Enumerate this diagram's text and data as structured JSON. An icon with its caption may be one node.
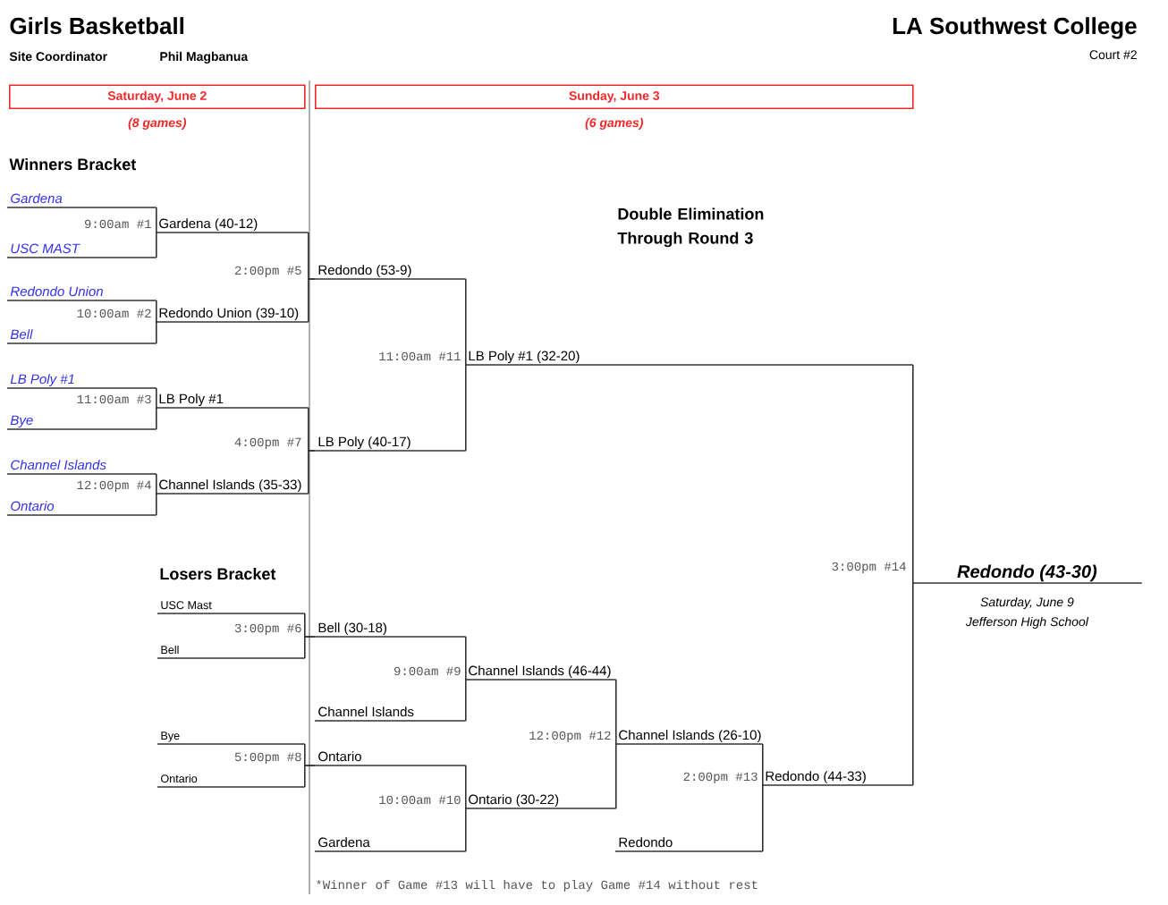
{
  "diagram": {
    "title": "Girls Basketball",
    "nodes": [
      {
        "text": [
          "Saturday, June 2"
        ],
        "beside": [
          "(8 games)"
        ]
      },
      {
        "text": [
          "Sunday, June 3"
        ],
        "beside": [
          "(6 games)"
        ]
      },
      {
        "text": [
          "Gardena"
        ]
      },
      {
        "text": [
          "USC MAST"
        ]
      },
      {
        "text": [
          "Redondo Union"
        ]
      },
      {
        "text": [
          "Bell"
        ]
      },
      {
        "text": [
          "LB Poly #1"
        ]
      },
      {
        "text": [
          "Bye"
        ]
      },
      {
        "text": [
          "Channel Islands"
        ]
      },
      {
        "text": [
          "Ontario"
        ]
      },
      {
        "text": [
          "Gardena (40-12)"
        ],
        "beside": [
          "9:00am #1"
        ]
      },
      {
        "text": [
          "Redondo Union (39-10)"
        ],
        "beside": [
          "10:00am #2"
        ]
      },
      {
        "text": [
          "LB Poly #1"
        ],
        "beside": [
          "11:00am #3"
        ]
      },
      {
        "text": [
          "Channel Islands (35-33)"
        ],
        "beside": [
          "12:00pm #4"
        ]
      },
      {
        "text": [
          "Redondo (53-9)"
        ],
        "beside": [
          "2:00pm #5"
        ]
      },
      {
        "text": [
          "LB Poly (40-17)"
        ],
        "beside": [
          "4:00pm #7"
        ]
      },
      {
        "text": [
          "LB Poly #1 (32-20)"
        ],
        "beside": [
          "11:00am #11"
        ]
      },
      {
        "text": [
          "USC Mast"
        ]
      },
      {
        "text": [
          "Bell"
        ]
      },
      {
        "text": [
          "Bye"
        ]
      },
      {
        "text": [
          "Ontario"
        ]
      },
      {
        "text": [
          "Bell (30-18)"
        ],
        "beside": [
          "3:00pm #6"
        ]
      },
      {
        "text": [
          "Channel Islands"
        ]
      },
      {
        "text": [
          "Ontario"
        ],
        "beside": [
          "5:00pm #8"
        ]
      },
      {
        "text": [
          "Gardena"
        ]
      },
      {
        "text": [
          "Channel Islands (46-44)"
        ],
        "beside": [
          "9:00am #9"
        ]
      },
      {
        "text": [
          "Ontario (30-22)"
        ],
        "beside": [
          "10:00am #10"
        ]
      },
      {
        "text": [
          "Channel Islands (26-10)"
        ],
        "beside": [
          "12:00pm #12"
        ]
      },
      {
        "text": [
          "Redondo"
        ]
      },
      {
        "text": [
          "Redondo (44-33)"
        ],
        "beside": [
          "2:00pm #13"
        ]
      },
      {
        "text": [
          "Redondo (43-30)"
        ],
        "beside": [
          "3:00pm #14",
          "Saturday, June 9",
          "Jefferson High School"
        ]
      }
    ],
    "edges": [
      {
        "from": 2,
        "to": 10,
        "arrow": "none"
      },
      {
        "from": 3,
        "to": 10,
        "arrow": "none"
      },
      {
        "from": 4,
        "to": 11,
        "arrow": "none"
      },
      {
        "from": 5,
        "to": 11,
        "arrow": "none"
      },
      {
        "from": 6,
        "to": 12,
        "arrow": "none"
      },
      {
        "from": 7,
        "to": 12,
        "arrow": "none"
      },
      {
        "from": 8,
        "to": 13,
        "arrow": "none"
      },
      {
        "from": 9,
        "to": 13,
        "arrow": "none"
      },
      {
        "from": 10,
        "to": 14,
        "arrow": "none"
      },
      {
        "from": 11,
        "to": 14,
        "arrow": "none"
      },
      {
        "from": 12,
        "to": 15,
        "arrow": "none"
      },
      {
        "from": 13,
        "to": 15,
        "arrow": "none"
      },
      {
        "from": 14,
        "to": 16,
        "arrow": "none"
      },
      {
        "from": 15,
        "to": 16,
        "arrow": "none"
      },
      {
        "from": 17,
        "to": 21,
        "arrow": "none"
      },
      {
        "from": 18,
        "to": 21,
        "arrow": "none"
      },
      {
        "from": 19,
        "to": 23,
        "arrow": "none"
      },
      {
        "from": 20,
        "to": 23,
        "arrow": "none"
      },
      {
        "from": 21,
        "to": 25,
        "arrow": "none"
      },
      {
        "from": 22,
        "to": 25,
        "arrow": "none"
      },
      {
        "from": 23,
        "to": 26,
        "arrow": "none"
      },
      {
        "from": 24,
        "to": 26,
        "arrow": "none"
      },
      {
        "from": 25,
        "to": 27,
        "arrow": "none"
      },
      {
        "from": 26,
        "to": 27,
        "arrow": "none"
      },
      {
        "from": 27,
        "to": 29,
        "arrow": "none"
      },
      {
        "from": 28,
        "to": 29,
        "arrow": "none"
      },
      {
        "from": 16,
        "to": 30,
        "arrow": "none"
      },
      {
        "from": 29,
        "to": 30,
        "arrow": "none"
      }
    ],
    "labels": [
      "Site Coordinator",
      "Phil Magbanua",
      "LA Southwest College",
      "Court #2",
      "Winners Bracket",
      "Double Elimination Through Round 3",
      "Losers Bracket",
      "*Winner of Game #13 will have to play Game #14 without rest"
    ]
  }
}
